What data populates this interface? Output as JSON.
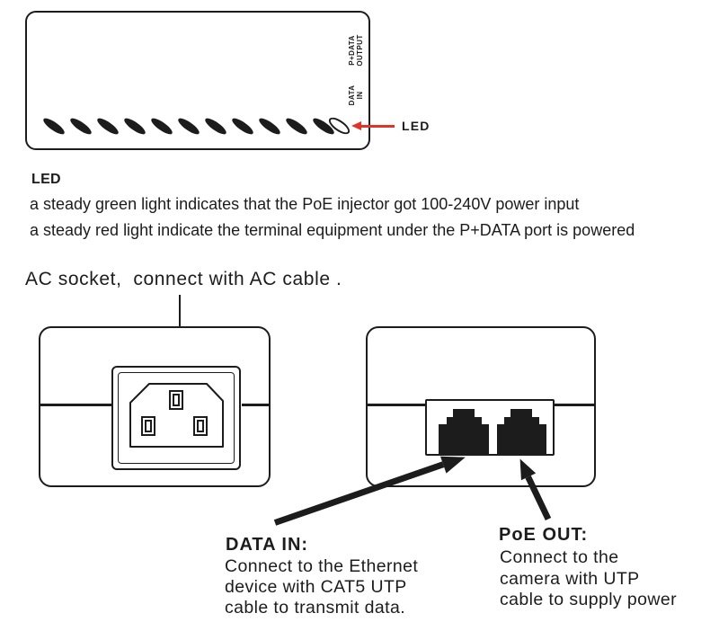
{
  "colors": {
    "ink": "#1c1c1c",
    "red": "#e0342b"
  },
  "top_view": {
    "vent_slot_count": 11,
    "port_labels": {
      "pdata": {
        "line1": "P+DATA",
        "line2": "OUTPUT"
      },
      "datain": {
        "line1": "DATA",
        "line2": "IN"
      }
    },
    "led_pointer_label": "LED"
  },
  "led_section": {
    "heading": "LED",
    "line1": "a steady green light indicates that the PoE injector got 100-240V power input",
    "line2": "a steady red light indicate the terminal equipment under the P+DATA port is powered"
  },
  "ac_section": {
    "caption": "AC socket,  connect with AC cable ."
  },
  "notes": {
    "data_in": {
      "title": "DATA IN:",
      "line1": "Connect to the Ethernet",
      "line2": "device with CAT5 UTP",
      "line3": "cable to transmit data."
    },
    "poe_out": {
      "title": "PoE OUT:",
      "line1": "Connect to the",
      "line2": "camera with UTP",
      "line3": "cable to supply power"
    }
  }
}
